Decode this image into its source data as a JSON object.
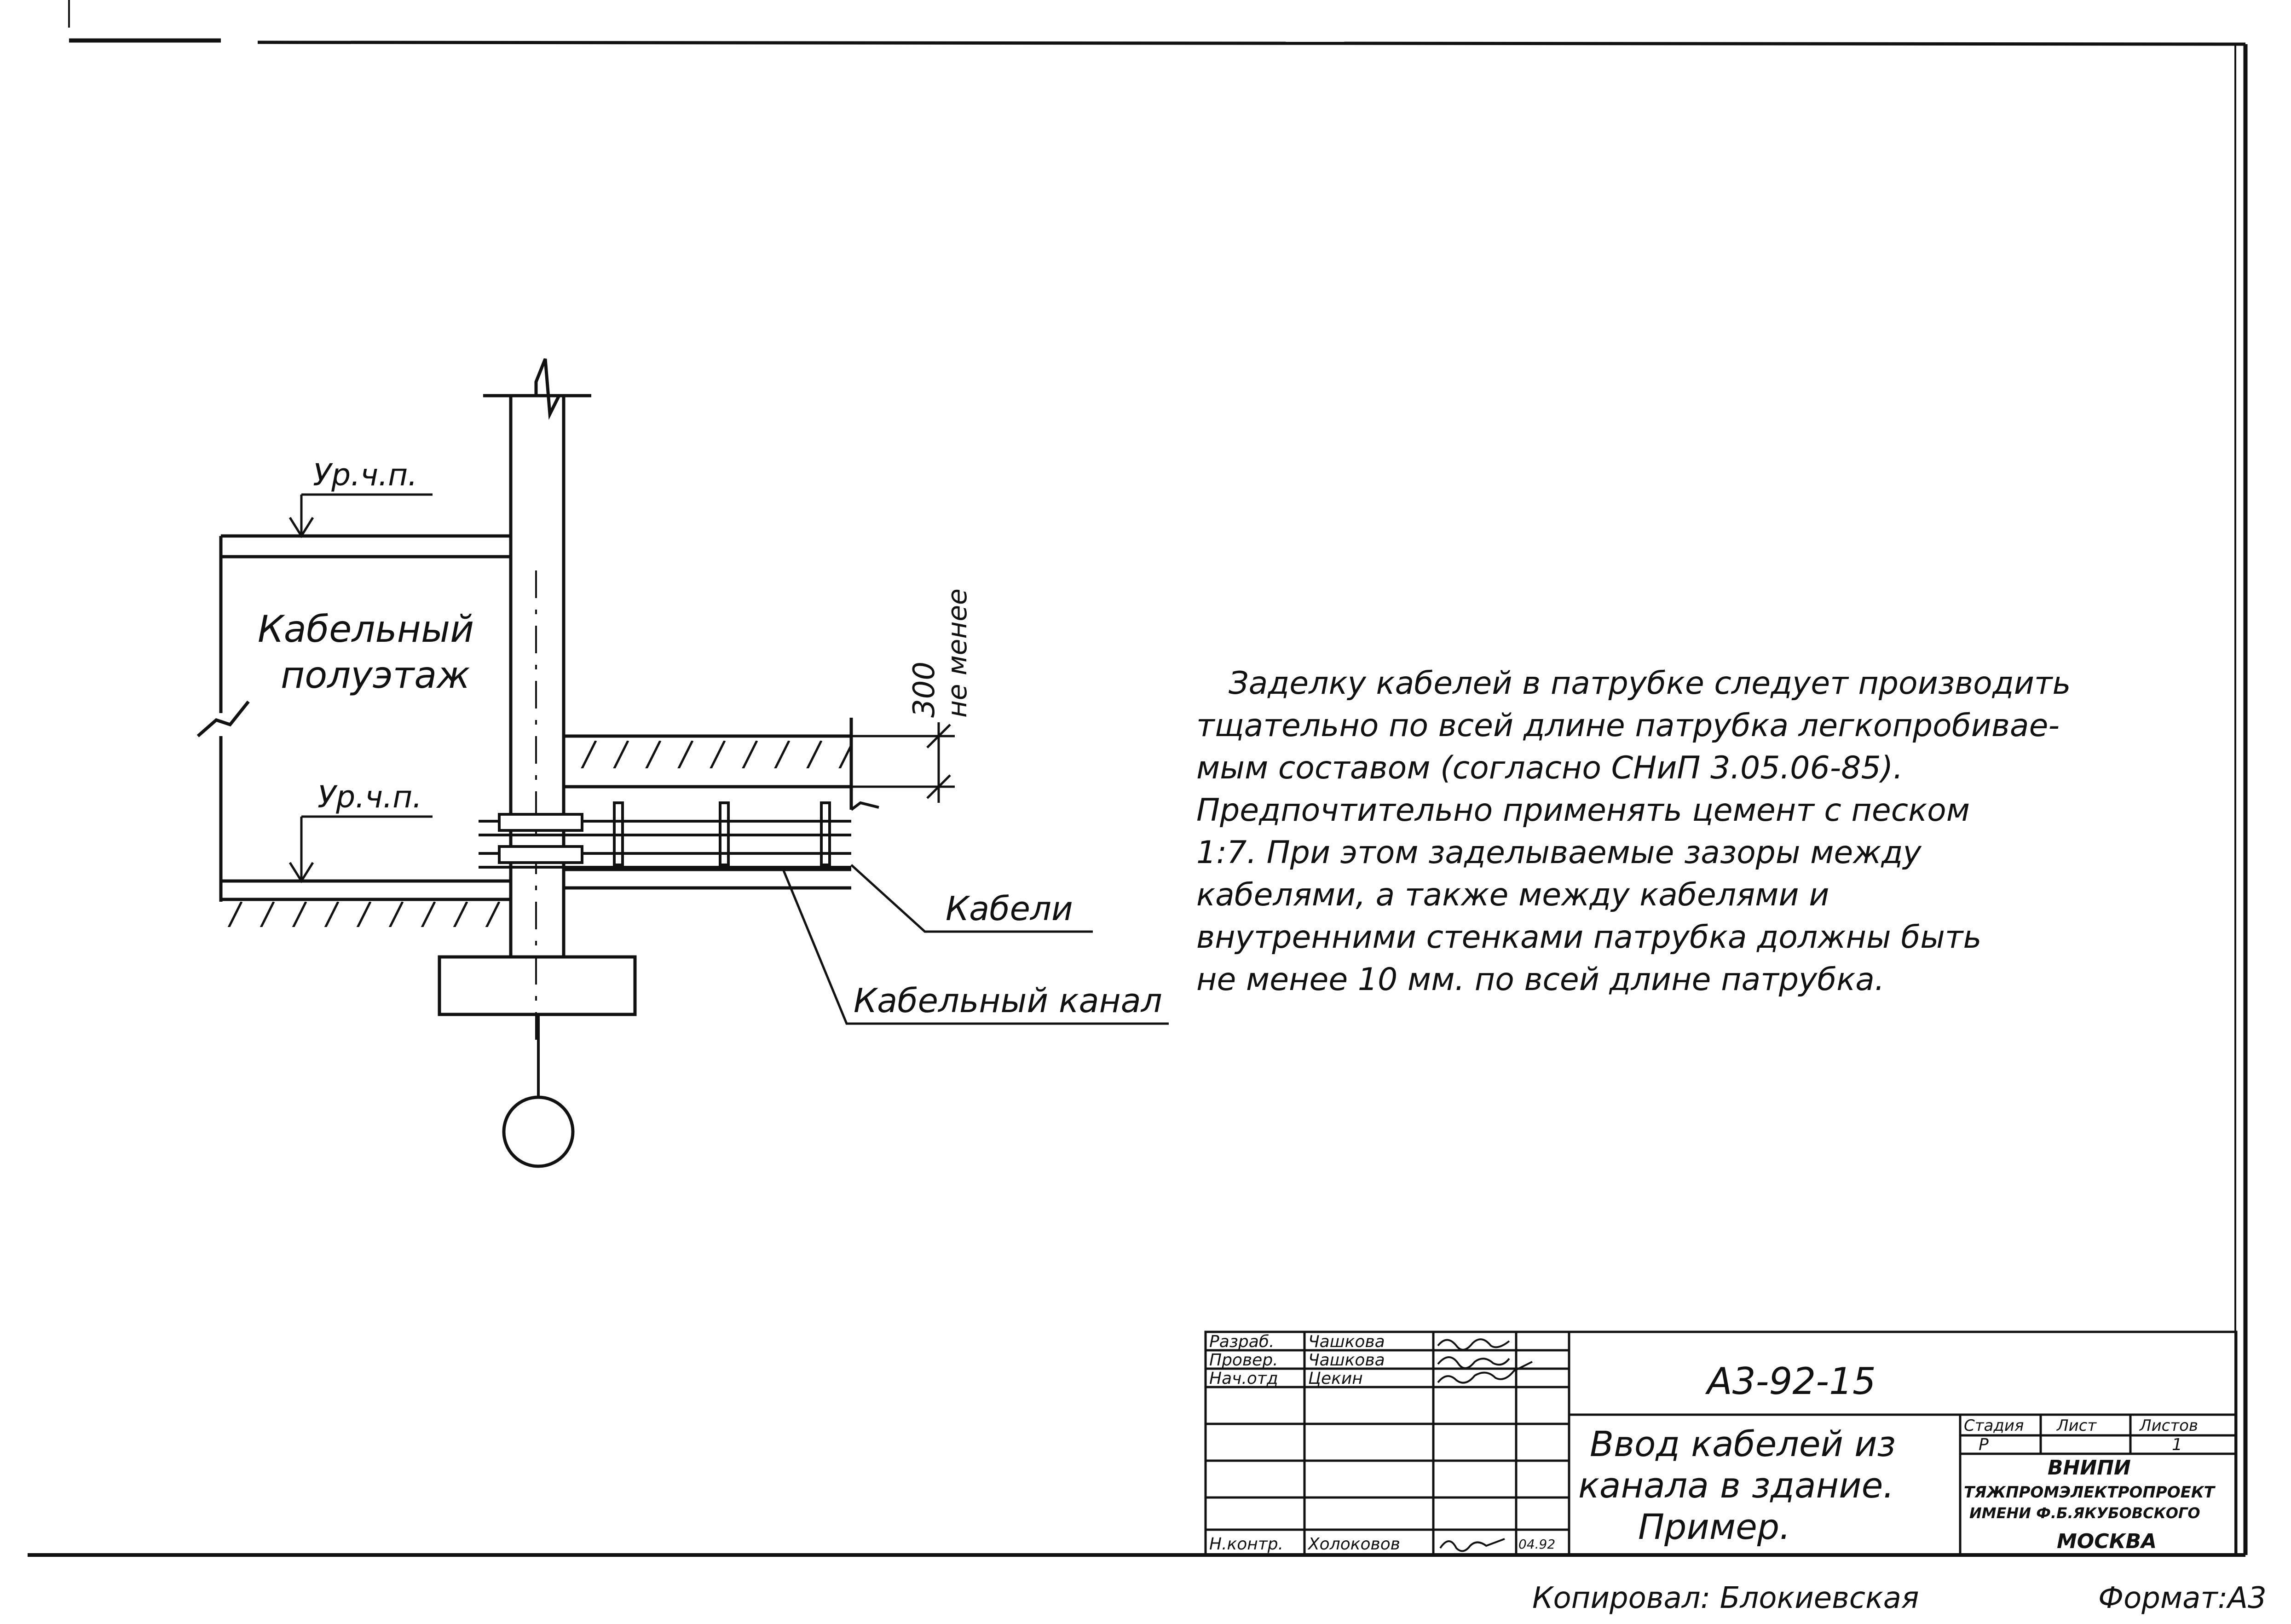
{
  "labels": {
    "level_upper": "Ур.ч.п.",
    "level_lower": "Ур.ч.п.",
    "room_line1": "Кабельный",
    "room_line2": "полуэтаж",
    "dimension_value": "300",
    "dimension_note": "не менее",
    "cables": "Кабели",
    "cable_channel": "Кабельный канал"
  },
  "note_lines": [
    "Заделку кабелей в патрубке следует производить",
    "тщательно   по всей длине патрубка легкопробивае-",
    "мым составом (согласно СНиП 3.05.06-85).",
    "Предпочтительно  применять  цемент с песком",
    "1:7. При этом заделываемые зазоры между",
    "кабелями, а также между кабелями  и",
    "внутренними стенками патрубка  должны быть",
    "не менее 10 мм. по всей длине патрубка."
  ],
  "title_block": {
    "rows": [
      {
        "role": "Разраб.",
        "name": "Чашкова",
        "date": ""
      },
      {
        "role": "Провер.",
        "name": "Чашкова",
        "date": ""
      },
      {
        "role": "Нач.отд",
        "name": "Цекин",
        "date": ""
      },
      {
        "role": "",
        "name": "",
        "date": ""
      },
      {
        "role": "",
        "name": "",
        "date": ""
      },
      {
        "role": "",
        "name": "",
        "date": ""
      },
      {
        "role": "Н.контр.",
        "name": "Холоковов",
        "date": "04.92"
      }
    ],
    "designation": "А3-92-15",
    "title_line1": "Ввод кабелей из",
    "title_line2": "канала в здание.",
    "title_line3": "Пример.",
    "stage_header": "Стадия",
    "sheet_header": "Лист",
    "sheets_header": "Листов",
    "stage_value": "Р",
    "sheet_value": "",
    "sheets_value": "1",
    "org_line1": "ВНИПИ",
    "org_line2": "ТЯЖПРОМЭЛЕКТРОПРОЕКТ",
    "org_line3": "ИМЕНИ Ф.Б.ЯКУБОВСКОГО",
    "org_line4": "МОСКВА"
  },
  "footer": {
    "copied": "Копировал: Блокиевская",
    "format": "Формат:А3"
  }
}
